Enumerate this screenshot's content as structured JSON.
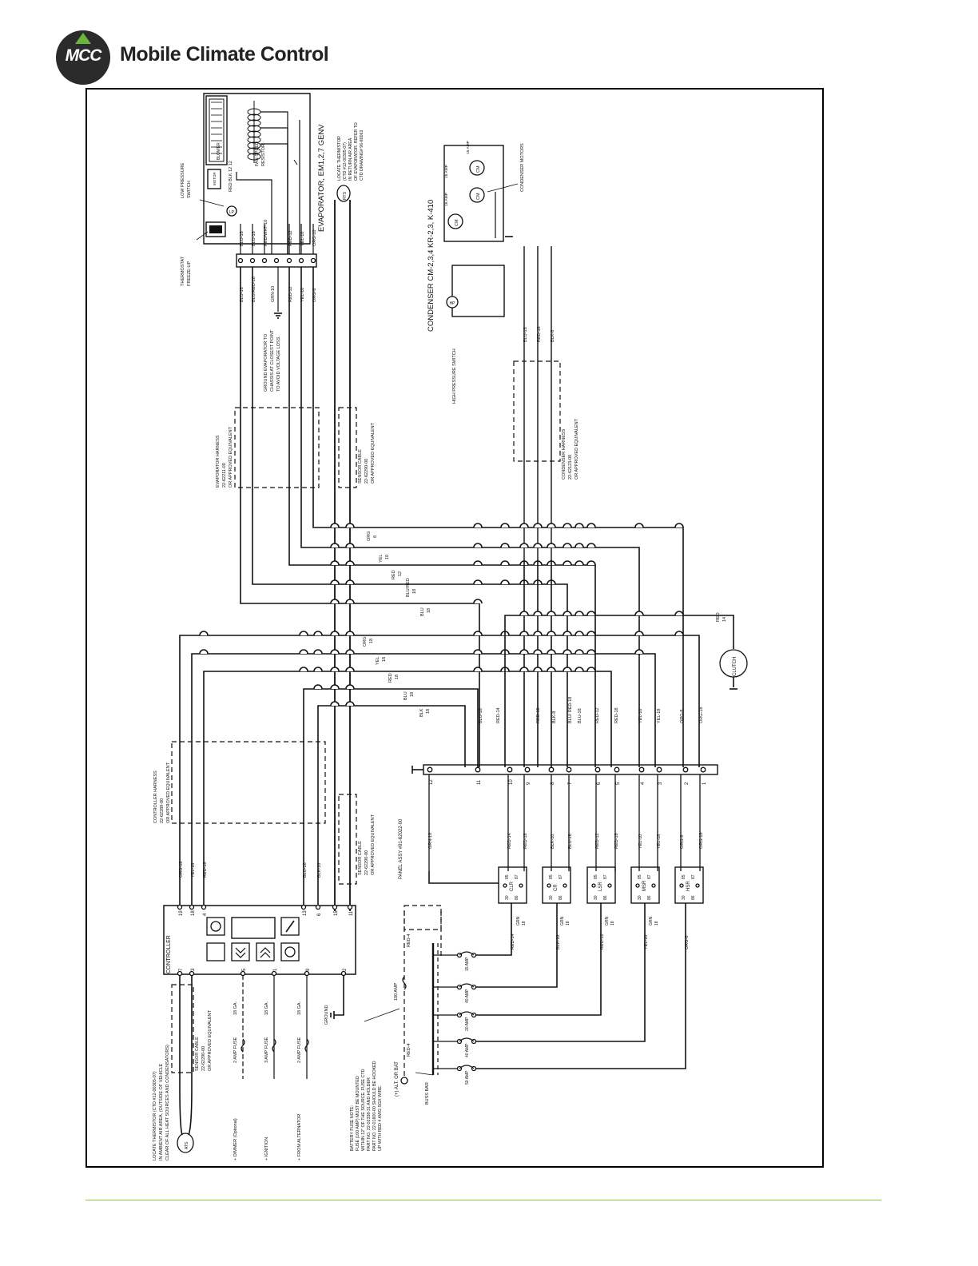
{
  "brand": {
    "mark": "MCC",
    "name": "Mobile Climate Control",
    "accent": "#6cb33e",
    "rule_color": "#8dc63f"
  },
  "evaporator": {
    "title": "EVAPORATOR, EM1,2,7 GENV",
    "blower": "BLOWER",
    "motor": "MOTOR",
    "motor_wires": "RED BLK 12 12",
    "fan_resistor": "FAN SPEED RESISTOR",
    "low_pressure": "LOW PRESSURE SWITCH",
    "thermostat": "THERMOSTAT FREEZE-UP",
    "lp_badge": "LP",
    "rts_badge": "RTS",
    "rts_note": [
      "LOCATE THERMISTOR",
      "(CTD #12-00305-07)",
      "IN RETURN AIR AREA",
      "OF EVAPORATOR. REFER TO",
      "CTD DRAWING# 96-80063"
    ],
    "inner_wires": [
      "BLU-18",
      "BLU-18",
      "RED/WHT-10",
      "RED-12",
      "YEL-10",
      "ORG-10"
    ],
    "terminal_wires": [
      "BLU-18",
      "BLU/RED-18",
      "GRN-10",
      "RED-12",
      "YEL-10",
      "ORG-8"
    ],
    "ground_note": [
      "GROUND EVAPORATOR TO",
      "CHASSIS AT CLOSEST POINT",
      "TO AVOID VOLTAGE LOSS."
    ]
  },
  "condenser": {
    "title": "CONDENSER CM-2,3,4 KR-2,3, K-410",
    "motors_label": "CONDENSER MOTORS",
    "motor_badge": "CM",
    "fuse_label": "15 AMP",
    "hp_badge": "HP",
    "hp_label": "HIGH PRESSURE SWITCH",
    "wires": [
      "BLU-18",
      "RED-18",
      "BLK-8"
    ]
  },
  "harnesses": {
    "evaporator": [
      "EVAPORATOR HARNESS",
      "22-62211-00",
      "OR APPROVED EQUIVALENT"
    ],
    "sensor_top": [
      "SENSOR CABLE",
      "22-62290-00",
      "OR APPROVED EQUIVALENT"
    ],
    "condenser": [
      "CONDENSER HARNESS",
      "22-62123-00",
      "OR APPROVED EQUIVALENT"
    ],
    "controller": [
      "CONTROLLER HARNESS",
      "22-62289-00",
      "OR APPROVED EQUIVALENT"
    ],
    "sensor_mid": [
      "SENSOR CABLE",
      "22-62290-00",
      "OR APPROVED EQUIVALENT"
    ],
    "sensor_bottom": [
      "SENSOR CABLE",
      "22-62290-00",
      "OR APPROVED EQUIVALENT"
    ]
  },
  "bundle_tags": [
    {
      "color": "ORG",
      "gauge": "8"
    },
    {
      "color": "YEL",
      "gauge": "10"
    },
    {
      "color": "RED",
      "gauge": "12"
    },
    {
      "color": "BLU/RED",
      "gauge": "18"
    },
    {
      "color": "BLU",
      "gauge": "18"
    },
    {
      "color": "ORG",
      "gauge": "18"
    },
    {
      "color": "YEL",
      "gauge": "18"
    },
    {
      "color": "RED",
      "gauge": "18"
    },
    {
      "color": "BLU",
      "gauge": "18"
    },
    {
      "color": "BLK",
      "gauge": "18"
    }
  ],
  "clutch": {
    "label": "CLUTCH",
    "wire": "RED 14"
  },
  "terminal_strip": {
    "numbers": [
      "12",
      "11",
      "10",
      "9",
      "8",
      "7",
      "6",
      "5",
      "4",
      "3",
      "2",
      "1"
    ],
    "top_wires": [
      "BLU-18",
      "RED-14",
      "RED-18",
      "BLK-8",
      "BLU/ RED-18",
      "BLU-18",
      "RED-12",
      "RED-18",
      "YEL-10",
      "YEL-18",
      "ORG-8",
      "ORG-18"
    ],
    "bottom_wires": [
      "GRN-18",
      "RED-14",
      "RED-18",
      "BLK-10",
      "BLU-18",
      "RED-12",
      "RED-18",
      "YEL-10",
      "YEL-18",
      "ORG-8",
      "ORG-18"
    ],
    "panel_label": "PANEL ASSY #91-62022-00"
  },
  "relays": {
    "names": [
      "CLR",
      "CR",
      "LSR",
      "MSR",
      "HSR"
    ],
    "pins": [
      "85",
      "87",
      "30",
      "86"
    ],
    "outputs": [
      "RED-14",
      "BLK-10",
      "RED-12",
      "YEL-10",
      "ORG-8"
    ],
    "grn": "GRN 18"
  },
  "controller": {
    "label": "CONTROLLER",
    "top_pins": [
      "19",
      "18",
      "4",
      "13",
      "6",
      "15",
      "11"
    ],
    "top_wires": [
      "ORG-18",
      "YEL-18",
      "RED-18",
      "BLU-18",
      "BLK-18"
    ],
    "bottom_pins": [
      "7",
      "3",
      "5",
      "1",
      "9",
      "2"
    ]
  },
  "inputs": {
    "fuses": [
      "2 AMP FUSE",
      "3 AMP FUSE",
      "2 AMP FUSE"
    ],
    "gauge": "18 GA.",
    "sources": [
      "+ DIMMER (Optional)",
      "+ IGNITION",
      "+ FROM ALTERNATOR"
    ],
    "ground": "GROUND"
  },
  "ambient": {
    "badge": "ATS",
    "note": [
      "LOCATE THERMISTOR (CTD #12-00305-07)",
      "IN AMBIENT AIR AREA, (OUTSIDE OF VEHICLE",
      "CLEAR OF ALL HEAT SOURCES AND CONDENSATORS)"
    ]
  },
  "power": {
    "main_fuse": "100 AMP",
    "wire": "RED-4",
    "note": [
      "BATTERY FUSE NOTE:",
      "FUSE (100 AMP) MUST BE MOUNTED",
      "WITHIN 12\" OF THE SOURCE. FUSE CTD",
      "PART NO. 22-02338-31 AND HOLDER",
      "PART NO. 22-01600-00 SHOULD BE HOOKED",
      "UP WITH RED 4 AWG SGX WIRE."
    ],
    "source": "(+) ALT. OR BAT",
    "buss_bar": "BUSS BAR",
    "bus_fuses": [
      "15 AMP",
      "40 AMP",
      "20 AMP",
      "40 AMP",
      "50 AMP"
    ]
  }
}
